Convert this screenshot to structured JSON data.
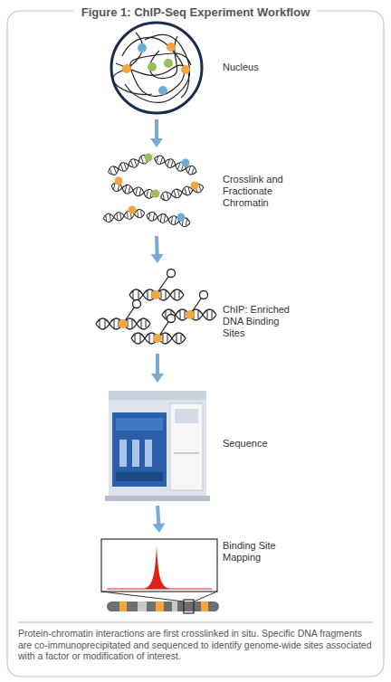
{
  "diagram": {
    "title": "Figure 1: ChIP-Seq Experiment Workflow",
    "caption": "Protein-chromatin interactions are first crosslinked in situ. Specific DNA fragments are co-immunoprecipitated and sequenced to identify genome-wide sites associated with a factor or modification of interest.",
    "nodes": [
      {
        "text": [
          "Nucleus"
        ]
      },
      {
        "text": [
          "Crosslink and Fractionate Chromatin"
        ]
      },
      {
        "text": [
          "ChIP: Enriched DNA Binding Sites"
        ]
      },
      {
        "text": [
          "Sequence"
        ]
      },
      {
        "text": [
          "Binding Site Mapping"
        ]
      }
    ],
    "edges": [
      {
        "from": 0,
        "to": 1,
        "arrow": "to"
      },
      {
        "from": 1,
        "to": 2,
        "arrow": "to"
      },
      {
        "from": 2,
        "to": 3,
        "arrow": "to"
      },
      {
        "from": 3,
        "to": 4,
        "arrow": "to"
      }
    ]
  }
}
